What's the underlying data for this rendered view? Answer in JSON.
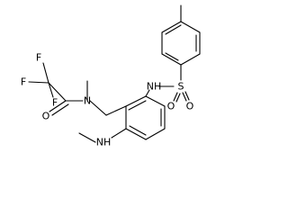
{
  "molecule": {
    "atoms": {
      "F_top": "F",
      "F_left": "F",
      "F_bottom": "F",
      "O_carbonyl": "O",
      "N_amide": "N",
      "NH_sulfonamide": "NH",
      "S": "S",
      "O_sulfonyl_left": "O",
      "O_sulfonyl_right": "O",
      "NH_methylamino": "NH"
    }
  }
}
